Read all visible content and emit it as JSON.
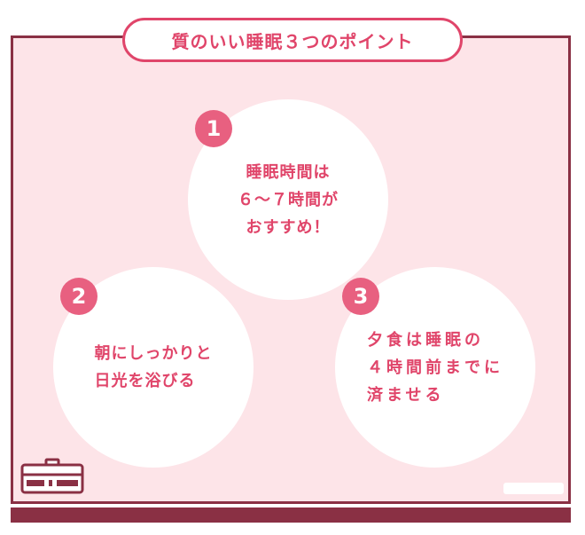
{
  "title": "質のいい睡眠３つのポイント",
  "points": [
    {
      "number": "1",
      "text": "睡眠時間は\n６～７時間が\nおすすめ！"
    },
    {
      "number": "2",
      "text": "朝にしっかりと\n日光を浴びる"
    },
    {
      "number": "3",
      "text": "夕食は睡眠の\n４時間前までに\n済ませる"
    }
  ],
  "colors": {
    "accent": "#e0456a",
    "badge": "#e86080",
    "board": "#fde4e8",
    "frame": "#8a3044"
  },
  "icons": {
    "toolbox": "toolbox-icon",
    "eraser": "eraser-icon"
  }
}
